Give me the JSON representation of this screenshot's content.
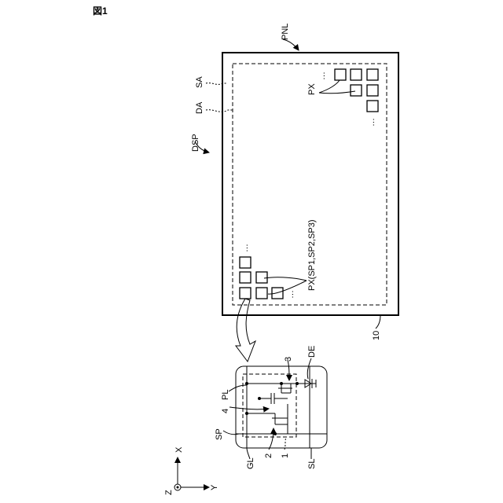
{
  "figure": {
    "title": "図1",
    "labels": {
      "panel": "PNL",
      "display_device": "DSP",
      "surrounding_area": "SA",
      "display_area": "DA",
      "pixel_top": "PX",
      "pixel_bottom": "PX(SP1,SP2,SP3)",
      "substrate": "10",
      "power_line": "PL",
      "sub_pixel": "SP",
      "gate_line": "GL",
      "signal_line": "SL",
      "display_element": "DE",
      "ref_1": "1",
      "ref_2": "2",
      "ref_3": "3",
      "ref_4": "4",
      "ellipsis": "…"
    },
    "axes": {
      "x": "X",
      "y": "Y",
      "z": "Z"
    }
  }
}
